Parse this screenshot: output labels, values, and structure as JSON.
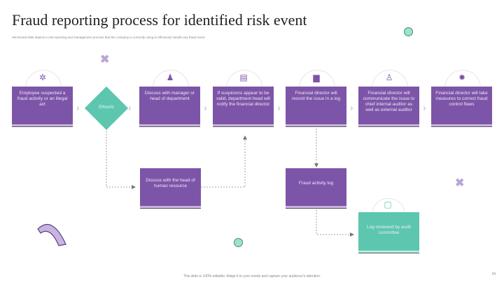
{
  "title": "Fraud reporting process for identified risk event",
  "subtitle": "Mentioned slide depicts a risk reporting and management process that the company is currently using to effectively handle any fraud event.",
  "steps": [
    {
      "text": "Employee suspected a fraud activity or an illegal act",
      "icon": "people-cycle-icon"
    },
    {
      "text": "Discuss with manager or head of department",
      "icon": "manager-icon"
    },
    {
      "text": "If suspicions appear to be valid, department head will notify the financial director",
      "icon": "document-icon"
    },
    {
      "text": "Financial director will record the issue in a log",
      "icon": "log-icon"
    },
    {
      "text": "Financial director will communicate the issue to chief internal auditor as well as external auditor",
      "icon": "auditor-icon"
    },
    {
      "text": "Financial director will take measures to correct fraud control flaws",
      "icon": "gear-icon"
    }
  ],
  "decision": "Ethsorlz",
  "branch_hr": "Discuss with the head of human resource",
  "fraud_log": "Fraud activity log",
  "log_reviewed": "Log reviewed by audit committee",
  "footer": "This slide is 100% editable. Adapt it to your needs and capture your audience's attention.",
  "page_number": "24",
  "colors": {
    "purple": "#7d55a8",
    "teal": "#5cc7ae"
  }
}
